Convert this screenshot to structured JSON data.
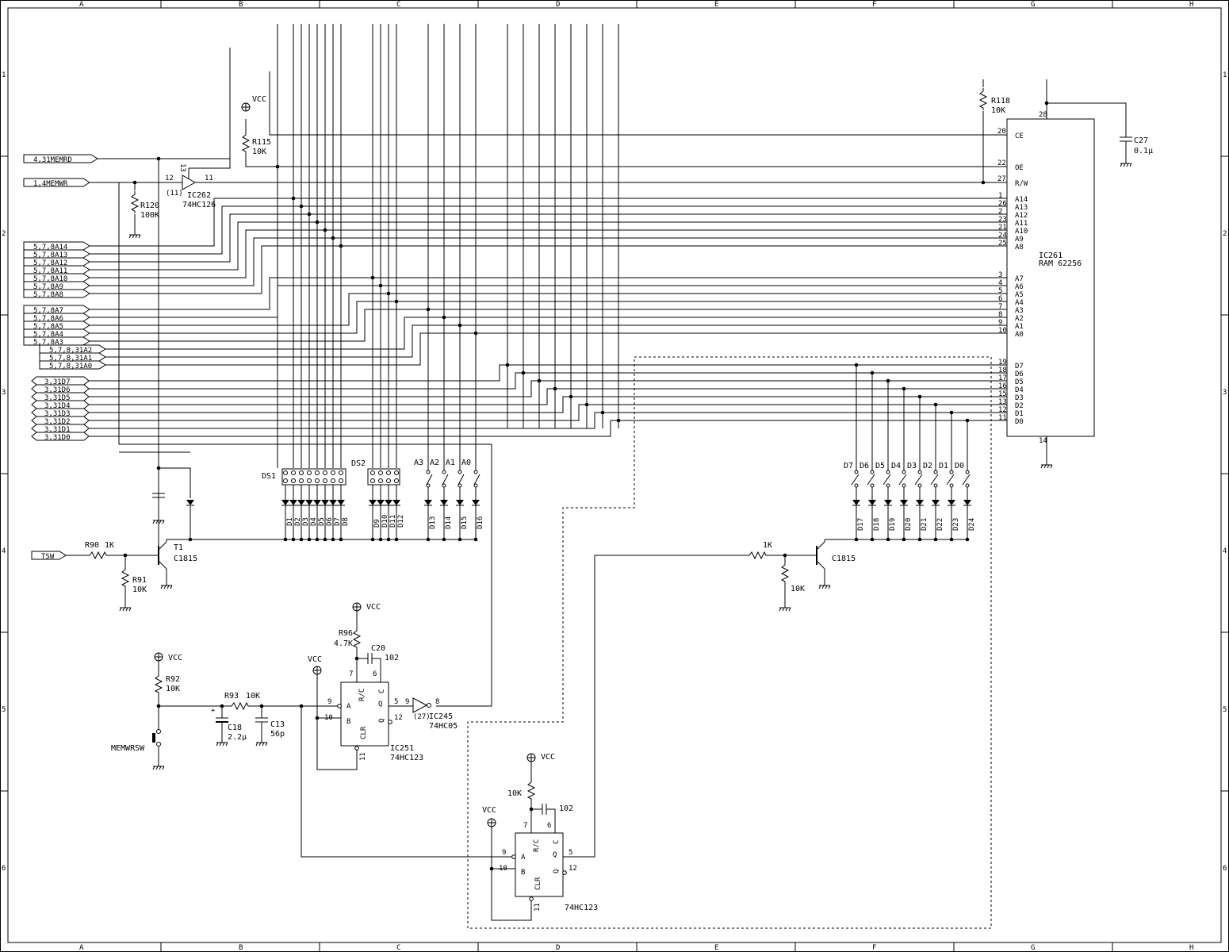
{
  "border": {
    "columns": [
      "A",
      "B",
      "C",
      "D",
      "E",
      "F",
      "G",
      "H"
    ],
    "rows": [
      "1",
      "2",
      "3",
      "4",
      "5",
      "6"
    ]
  },
  "ports": {
    "memrd": "4,31MEMRD",
    "memwr": "1,4MEMWR",
    "addr_hi": [
      "5,7,8A14",
      "5,7,8A13",
      "5,7,8A12",
      "5,7,8A11",
      "5,7,8A10",
      "5,7,8A9",
      "5,7,8A8"
    ],
    "addr_lo": [
      "5,7,8A7",
      "5,7,8A6",
      "5,7,8A5",
      "5,7,8A4",
      "5,7,8A3",
      "5,7,8,31A2",
      "5,7,8,31A1",
      "5,7,8,31A0"
    ],
    "data": [
      "3,31D7",
      "3,31D6",
      "3,31D5",
      "3,31D4",
      "3,31D3",
      "3,31D2",
      "3,31D1",
      "3,31D0"
    ],
    "tsw": "TSW"
  },
  "ic261": {
    "name": "IC261",
    "part": "RAM 62256",
    "vcc_pin": "28",
    "gnd_pin": "14",
    "control_pins": [
      {
        "label": "CE",
        "pin": "20"
      },
      {
        "label": "OE",
        "pin": "22"
      },
      {
        "label": "R/W",
        "pin": "27"
      }
    ],
    "addr_pins": [
      {
        "label": "A14",
        "pin": "1"
      },
      {
        "label": "A13",
        "pin": "26"
      },
      {
        "label": "A12",
        "pin": "2"
      },
      {
        "label": "A11",
        "pin": "23"
      },
      {
        "label": "A10",
        "pin": "21"
      },
      {
        "label": "A9",
        "pin": "24"
      },
      {
        "label": "A8",
        "pin": "25"
      },
      {
        "label": "A7",
        "pin": "3"
      },
      {
        "label": "A6",
        "pin": "4"
      },
      {
        "label": "A5",
        "pin": "5"
      },
      {
        "label": "A4",
        "pin": "6"
      },
      {
        "label": "A3",
        "pin": "7"
      },
      {
        "label": "A2",
        "pin": "8"
      },
      {
        "label": "A1",
        "pin": "9"
      },
      {
        "label": "A0",
        "pin": "10"
      }
    ],
    "data_pins": [
      {
        "label": "D7",
        "pin": "19"
      },
      {
        "label": "D6",
        "pin": "18"
      },
      {
        "label": "D5",
        "pin": "17"
      },
      {
        "label": "D4",
        "pin": "16"
      },
      {
        "label": "D3",
        "pin": "15"
      },
      {
        "label": "D2",
        "pin": "13"
      },
      {
        "label": "D1",
        "pin": "12"
      },
      {
        "label": "D0",
        "pin": "11"
      }
    ]
  },
  "components": {
    "vcc": "VCC",
    "r115": {
      "name": "R115",
      "value": "10K"
    },
    "r118": {
      "name": "R118",
      "value": "10K"
    },
    "c27": {
      "name": "C27",
      "value": "0.1μ"
    },
    "r120": {
      "name": "R120",
      "value": "100K"
    },
    "ic262": {
      "name": "IC262",
      "part": "74HC126",
      "pin_in": "12",
      "pin_out": "11",
      "pin_en": "13",
      "alt": "(11)"
    },
    "ds1": "DS1",
    "ds2": "DS2",
    "addr_switches": [
      "A3",
      "A2",
      "A1",
      "A0"
    ],
    "diodes_ds1": [
      "D1",
      "D2",
      "D3",
      "D4",
      "D5",
      "D6",
      "D7",
      "D8"
    ],
    "diodes_ds2": [
      "D9",
      "D10",
      "D11",
      "D12"
    ],
    "diodes_addr": [
      "D13",
      "D14",
      "D15",
      "D16"
    ],
    "data_switches": [
      "D7",
      "D6",
      "D5",
      "D4",
      "D3",
      "D2",
      "D1",
      "D0"
    ],
    "diodes_data": [
      "D17",
      "D18",
      "D19",
      "D20",
      "D21",
      "D22",
      "D23",
      "D24"
    ],
    "t1": {
      "name": "T1",
      "part": "C1815"
    },
    "r90": {
      "name": "R90",
      "value": "1K"
    },
    "r91": {
      "name": "R91",
      "value": "10K"
    },
    "t2": {
      "part": "C1815",
      "r_base": "1K",
      "r_pd": "10K"
    },
    "r92": {
      "name": "R92",
      "value": "10K"
    },
    "r93": {
      "name": "R93",
      "value": "10K"
    },
    "c18": {
      "name": "C18",
      "value": "2.2μ"
    },
    "c13": {
      "name": "C13",
      "value": "56p"
    },
    "memwrsw": "MEMWRSW",
    "r96": {
      "name": "R96",
      "value": "4.7K"
    },
    "c20": {
      "name": "C20",
      "value": "102"
    },
    "ic251": {
      "name": "IC251",
      "part": "74HC123"
    },
    "ic245": {
      "name": "IC245",
      "part": "74HC05",
      "pin_in": "9",
      "pin_out": "8",
      "alt": "(27)"
    },
    "ic_lower": {
      "part": "74HC123",
      "r": "10K",
      "c": "102"
    },
    "mmv_pins": {
      "a": "A",
      "b": "B",
      "clr": "CLR",
      "q": "Q",
      "qbar": "Q",
      "rc": "R/C",
      "c": "C",
      "p9": "9",
      "p10": "10",
      "p11": "11",
      "p5": "5",
      "p12": "12",
      "p7": "7",
      "p6": "6"
    }
  }
}
